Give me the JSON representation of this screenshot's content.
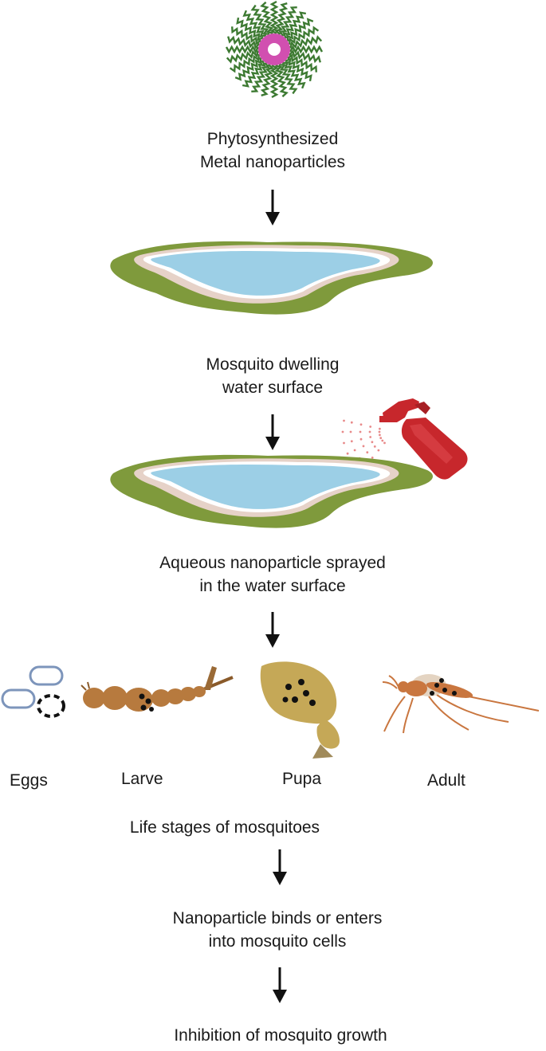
{
  "figure": {
    "step1": {
      "line1": "Phytosynthesized",
      "line2": "Metal nanoparticles"
    },
    "step2": {
      "line1": "Mosquito dwelling",
      "line2": "water surface"
    },
    "step3": {
      "line1": "Aqueous nanoparticle sprayed",
      "line2": "in the water surface"
    },
    "stages": {
      "eggs": "Eggs",
      "larve": "Larve",
      "pupa": "Pupa",
      "adult": "Adult",
      "caption": "Life stages of mosquitoes"
    },
    "step4": {
      "line1": "Nanoparticle binds or enters",
      "line2": "into mosquito cells"
    },
    "step5": {
      "line1": "Inhibition of mosquito growth"
    }
  },
  "colors": {
    "ligand": "#3d7a32",
    "core": "#d14fb0",
    "water": "#9ccfe6",
    "grass": "#7f9a3c",
    "shore": "#e6d2c8",
    "spray_bottle": "#c7272c",
    "spray_mist": "#e88a8a",
    "larva": "#b77a3e",
    "pupa": "#c5a857",
    "mosquito": "#c9763f",
    "egg_outline": "#7d95bb",
    "arrow": "#111111"
  },
  "icons": [
    "nanoparticle-icon",
    "pond-icon",
    "spray-bottle-icon",
    "eggs-icon",
    "larva-icon",
    "pupa-icon",
    "mosquito-icon",
    "arrow-down-icon"
  ]
}
